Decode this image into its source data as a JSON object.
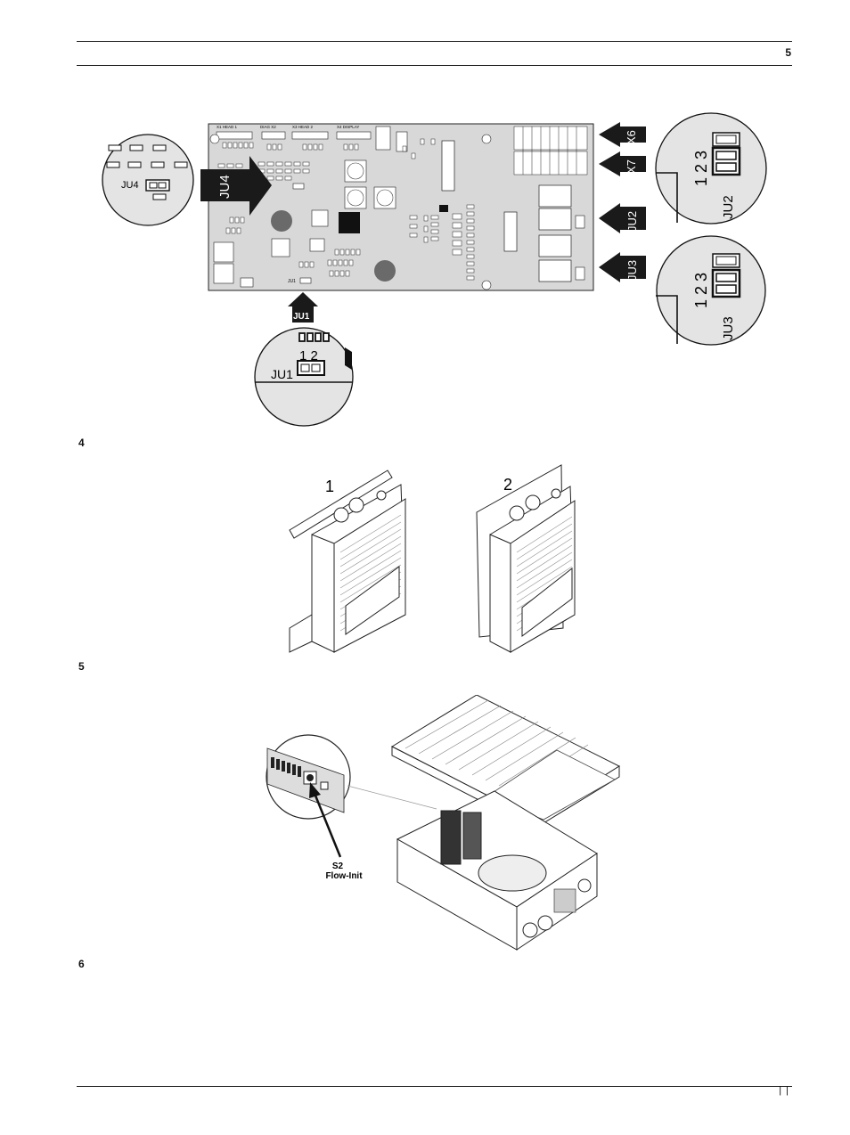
{
  "header": {
    "page_number": "5"
  },
  "figure4": {
    "number": "4",
    "labels": {
      "ju4": "JU4",
      "x6": "X6",
      "x7": "X7",
      "ju2": "JU2",
      "ju3": "JU3",
      "ju1": "JU1",
      "ju4_small": "JU4",
      "ju1_small": "JU1",
      "pins123": "1 2 3",
      "pins12": "1 2",
      "ju4_mag": "JU4",
      "ju1_mag": "JU1",
      "ju2_mag": "JU2",
      "ju3_mag": "JU3"
    },
    "board_headers": [
      "X1  HEAD 1",
      "DIAG  X2",
      "X3  HEAD 2",
      "X4  DISPLAY"
    ]
  },
  "figure5": {
    "number": "5",
    "labels": {
      "unit1": "1",
      "unit2": "2"
    }
  },
  "figure6": {
    "number": "6",
    "labels": {
      "s2": "S2",
      "flow_init": "Flow-Init"
    }
  },
  "footer": {
    "mark": "| |"
  }
}
